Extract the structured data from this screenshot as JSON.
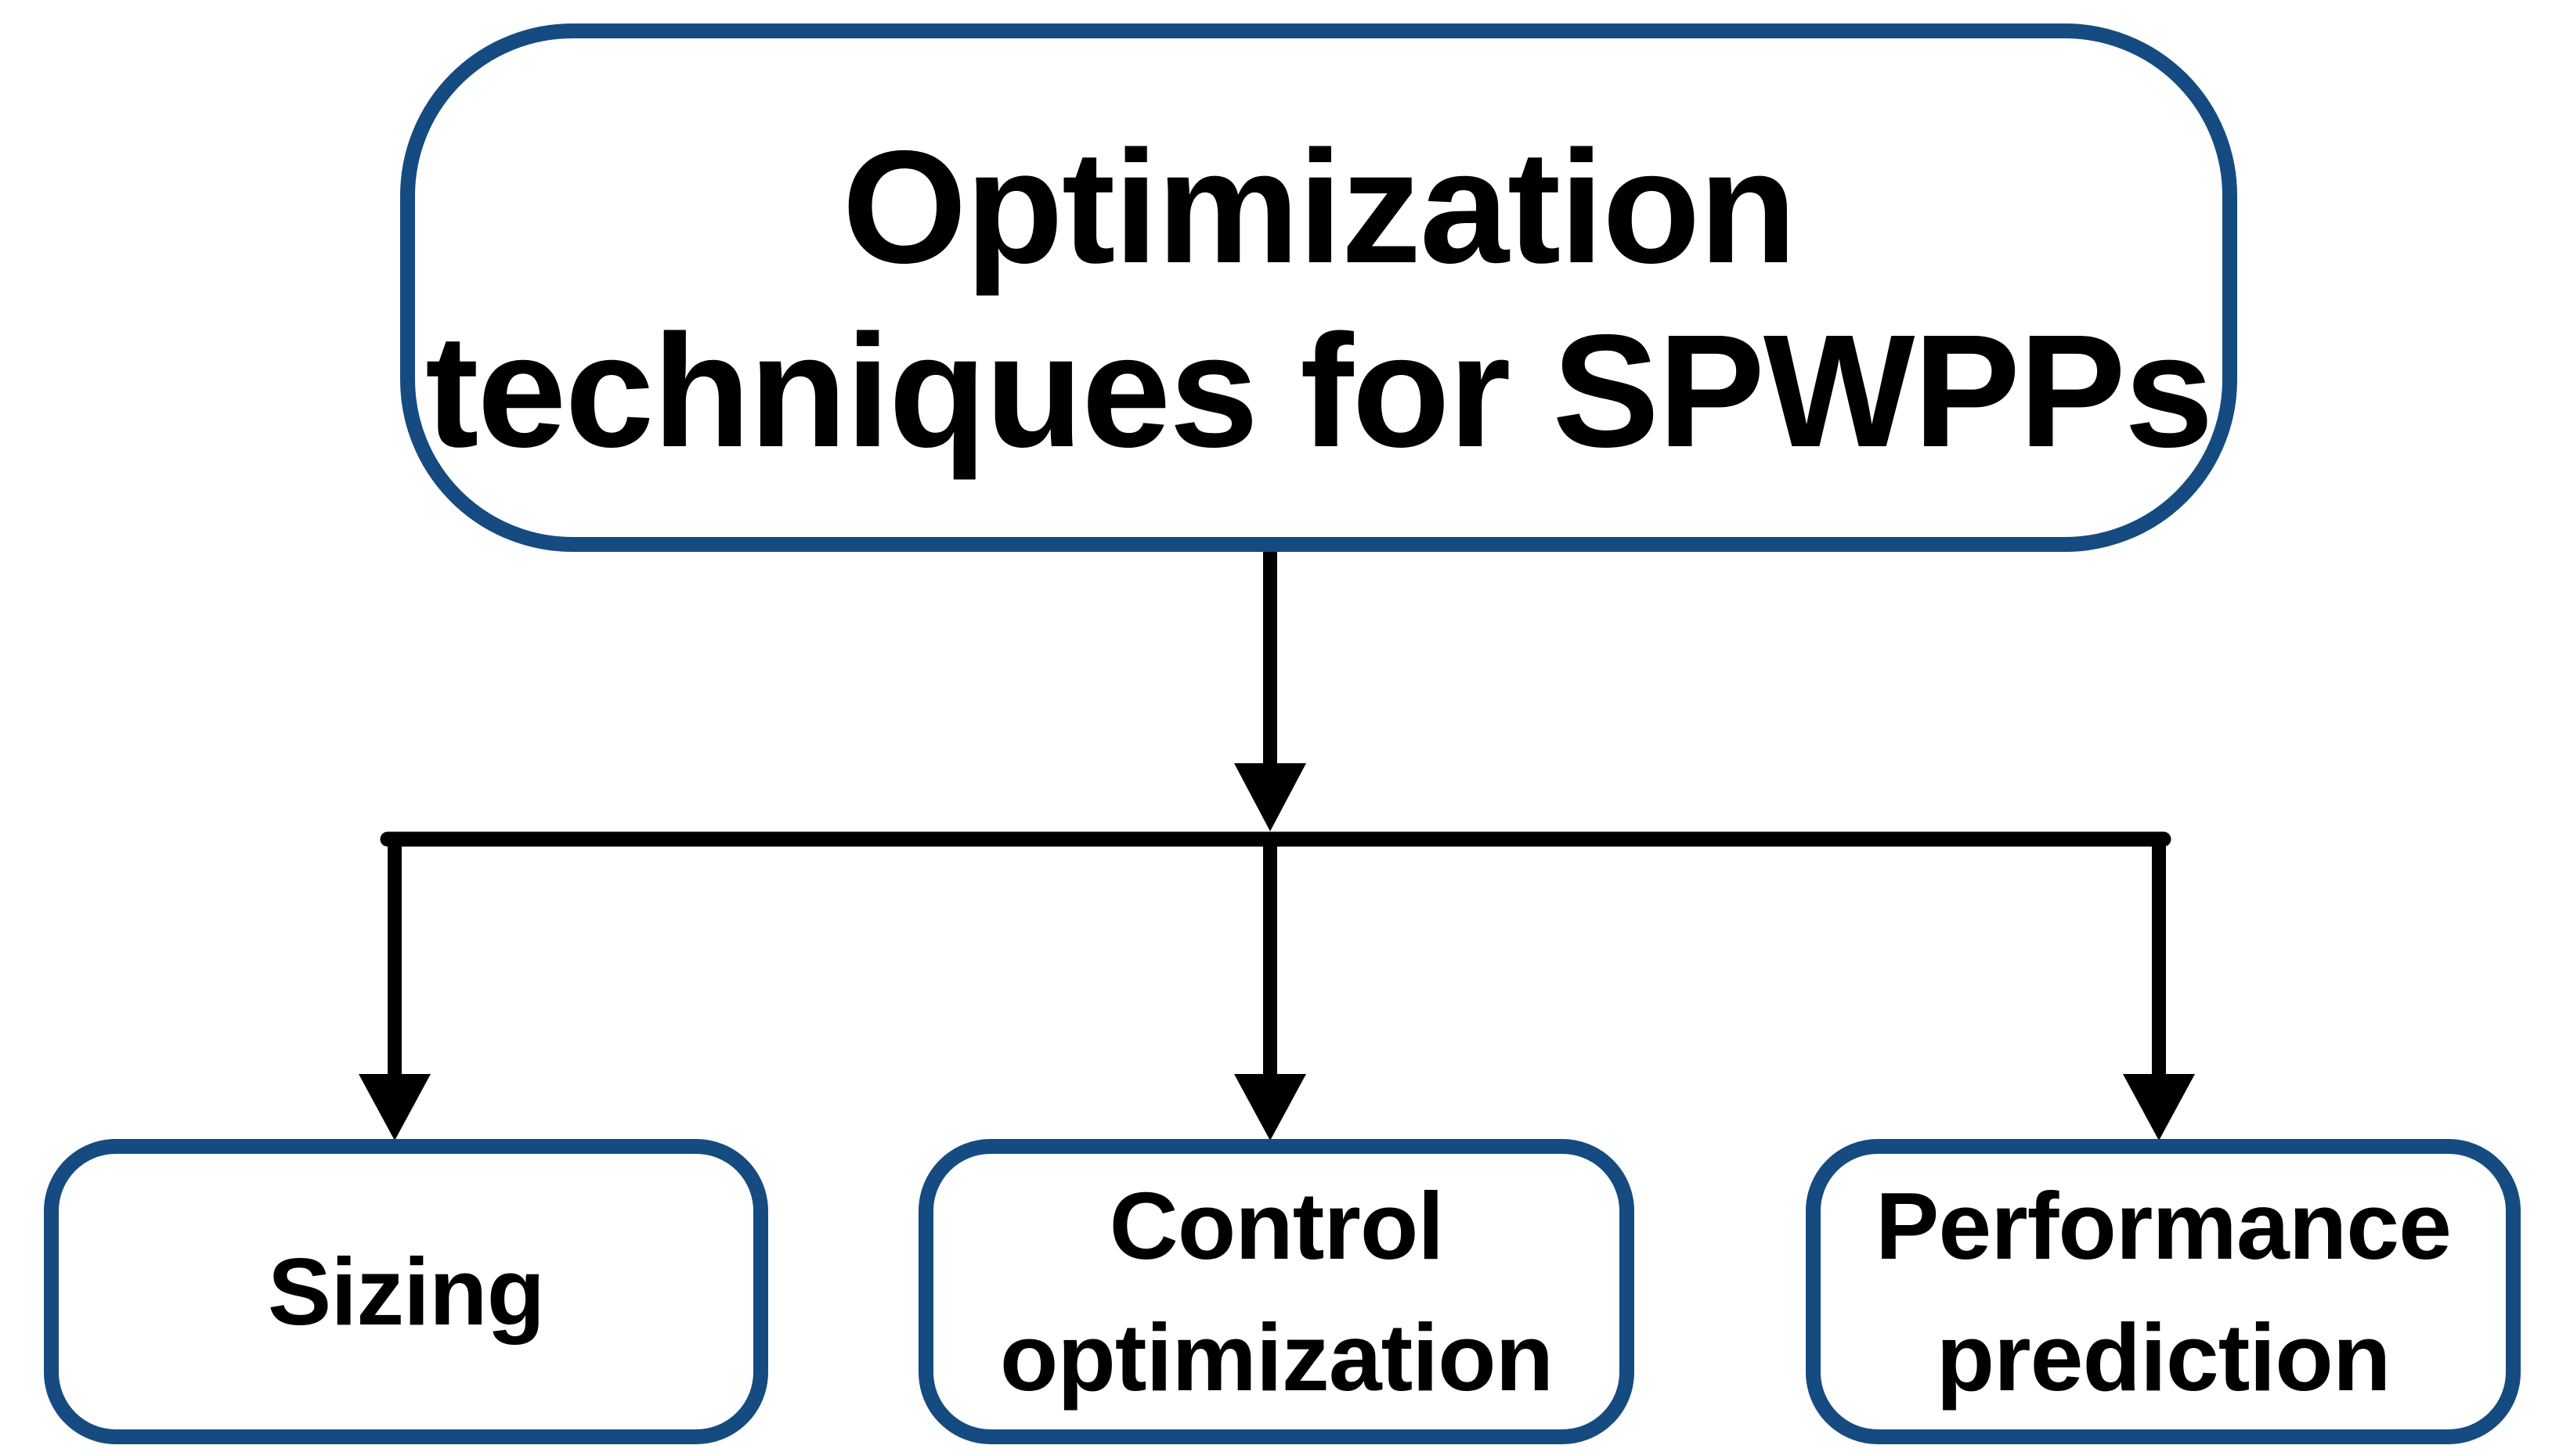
{
  "colors": {
    "box_border": "#154B80",
    "connector": "#000000",
    "text": "#000000",
    "background": "#FFFFFF"
  },
  "root_box": {
    "title_line1": "Optimization",
    "title_line2": "techniques for SPWPPs"
  },
  "child_boxes": [
    {
      "label": "Sizing"
    },
    {
      "label": "Control optimization"
    },
    {
      "label": "Performance prediction"
    }
  ]
}
